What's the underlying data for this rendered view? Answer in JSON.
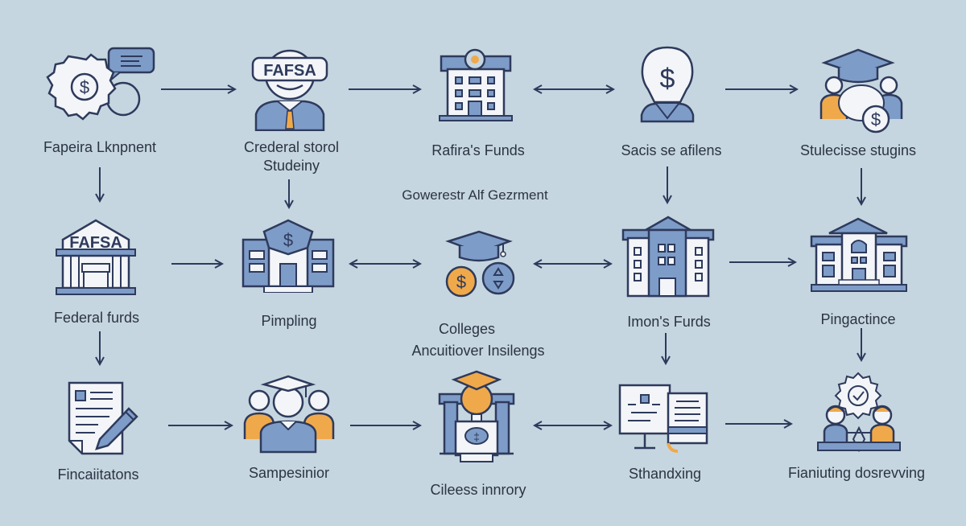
{
  "diagram": {
    "colors": {
      "background": "#c6d6e0",
      "outline": "#2e3a5c",
      "fill_blue": "#7e9cc8",
      "fill_light": "#f3f5f8",
      "accent_orange": "#f0a94a",
      "text": "#2b3443"
    },
    "center_label": "Gowerestr Alf Gezrment",
    "nodes": [
      {
        "id": "r1c1",
        "label": "Fapeira Lknpnent",
        "icon": "gear-dollar-chat-icon"
      },
      {
        "id": "r1c2",
        "label": "Crederal storol",
        "label2": "Studeiny",
        "icon": "fafsa-person-icon",
        "badge": "FAFSA"
      },
      {
        "id": "r1c3",
        "label": "Rafira's Funds",
        "icon": "office-building-icon"
      },
      {
        "id": "r1c4",
        "label": "Sacis se afilens",
        "icon": "dollar-head-icon"
      },
      {
        "id": "r1c5",
        "label": "Stulecisse stugins",
        "icon": "students-dollar-icon"
      },
      {
        "id": "r2c1",
        "label": "Federal furds",
        "icon": "fafsa-bank-icon",
        "badge": "FAFSA"
      },
      {
        "id": "r2c2",
        "label": "Pimpling",
        "icon": "shield-building-icon"
      },
      {
        "id": "r2c3",
        "label": "Colleges",
        "label2": "Ancuitiover Insilengs",
        "icon": "gradcap-coins-icon"
      },
      {
        "id": "r2c4",
        "label": "Imon's Furds",
        "icon": "tall-building-icon"
      },
      {
        "id": "r2c5",
        "label": "Pingactince",
        "icon": "university-icon"
      },
      {
        "id": "r3c1",
        "label": "Fincaiitatons",
        "icon": "document-pencil-icon"
      },
      {
        "id": "r3c2",
        "label": "Sampesinior",
        "icon": "graduates-group-icon"
      },
      {
        "id": "r3c3",
        "label": "Cileess innrory",
        "icon": "gradcap-podium-icon"
      },
      {
        "id": "r3c4",
        "label": "Sthandxing",
        "icon": "monitor-documents-icon"
      },
      {
        "id": "r3c5",
        "label": "Fianiuting dosrevving",
        "icon": "meeting-badge-icon"
      }
    ],
    "edges": [
      {
        "from": "r1c1",
        "to": "r1c2",
        "type": "right"
      },
      {
        "from": "r1c2",
        "to": "r1c3",
        "type": "right"
      },
      {
        "from": "r1c3",
        "to": "r1c4",
        "type": "both"
      },
      {
        "from": "r1c4",
        "to": "r1c5",
        "type": "right"
      },
      {
        "from": "r1c1",
        "to": "r2c1",
        "type": "down"
      },
      {
        "from": "r1c2",
        "to": "r2c2",
        "type": "down"
      },
      {
        "from": "r1c4",
        "to": "r2c4",
        "type": "down"
      },
      {
        "from": "r1c5",
        "to": "r2c5",
        "type": "down"
      },
      {
        "from": "r2c1",
        "to": "r2c2",
        "type": "right"
      },
      {
        "from": "r2c2",
        "to": "r2c3",
        "type": "both"
      },
      {
        "from": "r2c3",
        "to": "r2c4",
        "type": "both"
      },
      {
        "from": "r2c4",
        "to": "r2c5",
        "type": "right"
      },
      {
        "from": "r2c1",
        "to": "r3c1",
        "type": "down"
      },
      {
        "from": "r2c4",
        "to": "r3c4",
        "type": "down"
      },
      {
        "from": "r2c5",
        "to": "r3c5",
        "type": "down"
      },
      {
        "from": "r3c1",
        "to": "r3c2",
        "type": "right"
      },
      {
        "from": "r3c2",
        "to": "r3c3",
        "type": "right"
      },
      {
        "from": "r3c3",
        "to": "r3c4",
        "type": "both"
      },
      {
        "from": "r3c4",
        "to": "r3c5",
        "type": "right"
      }
    ]
  }
}
